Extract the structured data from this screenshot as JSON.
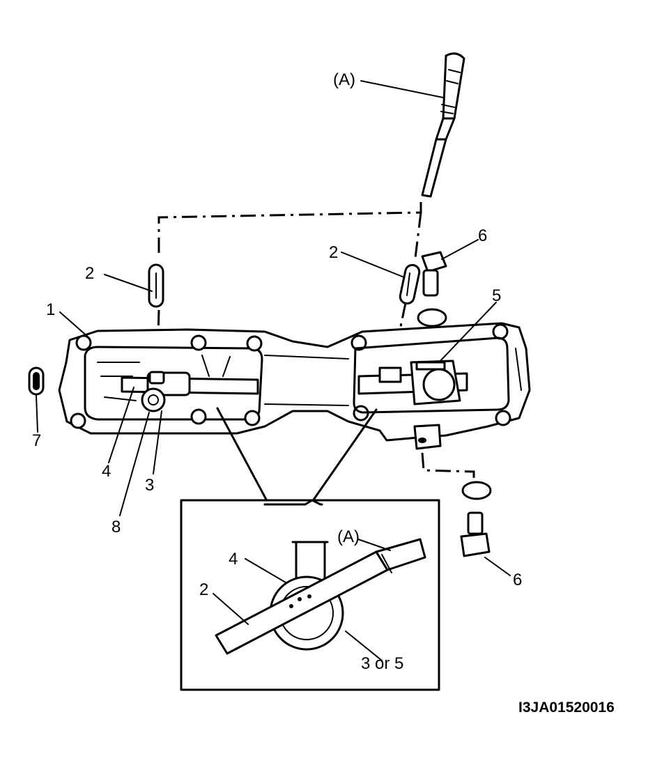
{
  "labels": {
    "tool_a_top": "(A)",
    "part_1": "1",
    "part_2_left": "2",
    "part_2_right": "2",
    "part_3": "3",
    "part_4": "4",
    "part_5": "5",
    "part_6_top": "6",
    "part_6_bottom": "6",
    "part_7": "7",
    "part_8": "8"
  },
  "inset": {
    "tool_a": "(A)",
    "part_4": "4",
    "part_2": "2",
    "part_3_or_5": "3 or 5"
  },
  "figure_code": "I3JA01520016"
}
